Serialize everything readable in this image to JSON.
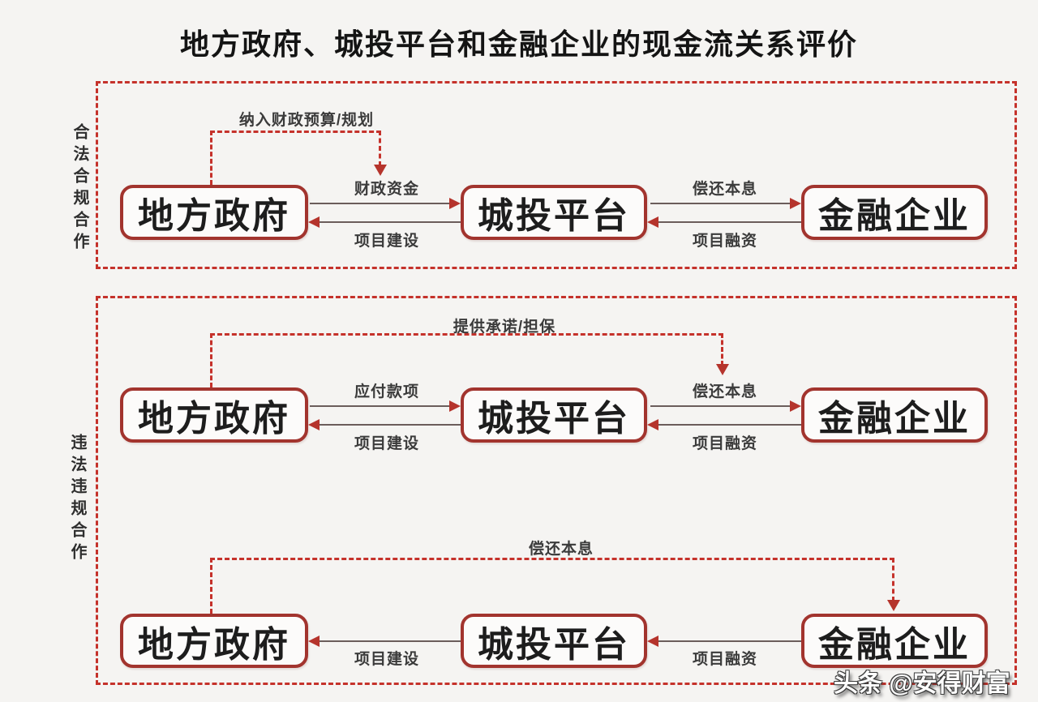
{
  "title": "地方政府、城投平台和金融企业的现金流关系评价",
  "watermark": "头条 @安得财富",
  "colors": {
    "background": "#f5f4f2",
    "dashed_red": "#c5322b",
    "box_border_red": "#a2342e",
    "arrowhead_red": "#b5342c",
    "line_gray": "#6b5d5b",
    "text_dark": "#1d1d1d"
  },
  "section_legal": {
    "side_label": "合法合规合作",
    "nodes": {
      "gov": "地方政府",
      "platform": "城投平台",
      "finance": "金融企业"
    },
    "dashed_flow_label": "纳入财政预算/规划",
    "flows": {
      "gov_to_platform": "财政资金",
      "platform_to_gov": "项目建设",
      "platform_to_finance": "偿还本息",
      "finance_to_platform": "项目融资"
    }
  },
  "section_illegal": {
    "side_label": "违法违规合作",
    "row1": {
      "nodes": {
        "gov": "地方政府",
        "platform": "城投平台",
        "finance": "金融企业"
      },
      "dashed_flow_label": "提供承诺/担保",
      "flows": {
        "gov_to_platform": "应付款项",
        "platform_to_gov": "项目建设",
        "platform_to_finance": "偿还本息",
        "finance_to_platform": "项目融资"
      }
    },
    "row2": {
      "nodes": {
        "gov": "地方政府",
        "platform": "城投平台",
        "finance": "金融企业"
      },
      "dashed_flow_label": "偿还本息",
      "flows": {
        "platform_to_gov": "项目建设",
        "finance_to_platform": "项目融资"
      }
    }
  }
}
